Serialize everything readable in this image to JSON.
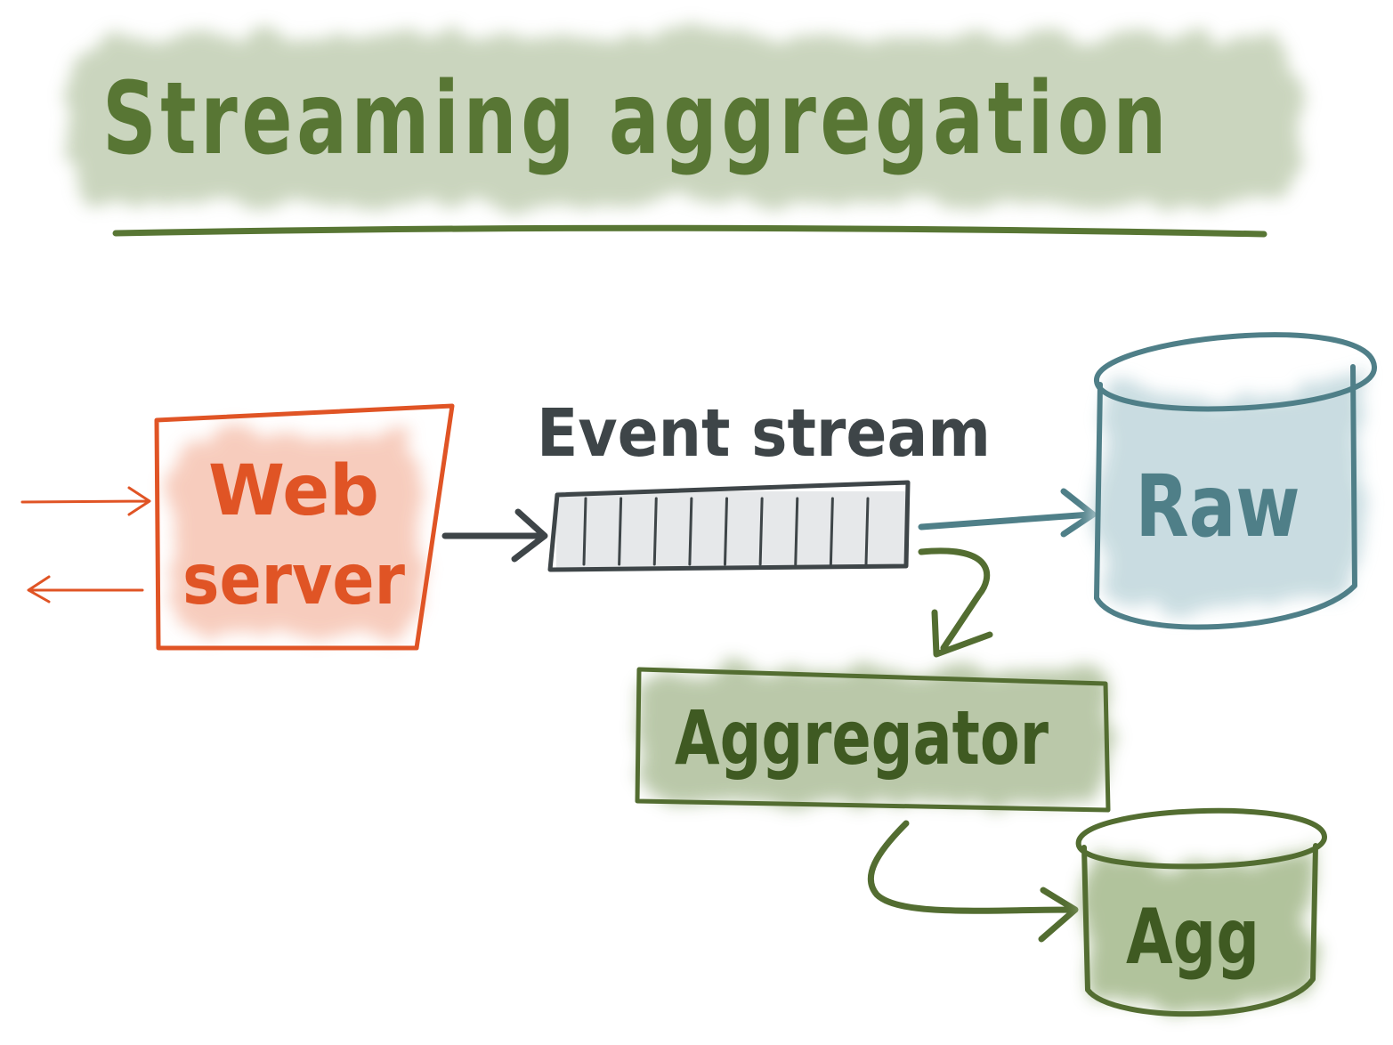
{
  "title": "Streaming aggregation",
  "nodes": {
    "web_server": {
      "line1": "Web",
      "line2": "server"
    },
    "event_stream": {
      "label": "Event stream",
      "segments": 9
    },
    "raw_store": {
      "label": "Raw"
    },
    "aggregator": {
      "label": "Aggregator"
    },
    "agg_store": {
      "label": "Agg"
    }
  },
  "edges": [
    {
      "from": "client",
      "to": "web_server",
      "direction": "in"
    },
    {
      "from": "web_server",
      "to": "client",
      "direction": "out"
    },
    {
      "from": "web_server",
      "to": "event_stream"
    },
    {
      "from": "event_stream",
      "to": "raw_store"
    },
    {
      "from": "event_stream",
      "to": "aggregator"
    },
    {
      "from": "aggregator",
      "to": "agg_store"
    }
  ],
  "colors": {
    "title_ink": "#587634",
    "title_wash": "#b9c8a9",
    "web_server": "#e05425",
    "web_server_wash": "#f6c4b2",
    "event_stream": "#3e4548",
    "event_stream_wash": "#e3e5e8",
    "raw_store": "#4f7f88",
    "raw_store_wash": "#c7dbe0",
    "aggregator": "#536d31",
    "aggregator_wash": "#b3c3a0",
    "agg_store": "#536d31",
    "agg_store_wash": "#adc097"
  }
}
